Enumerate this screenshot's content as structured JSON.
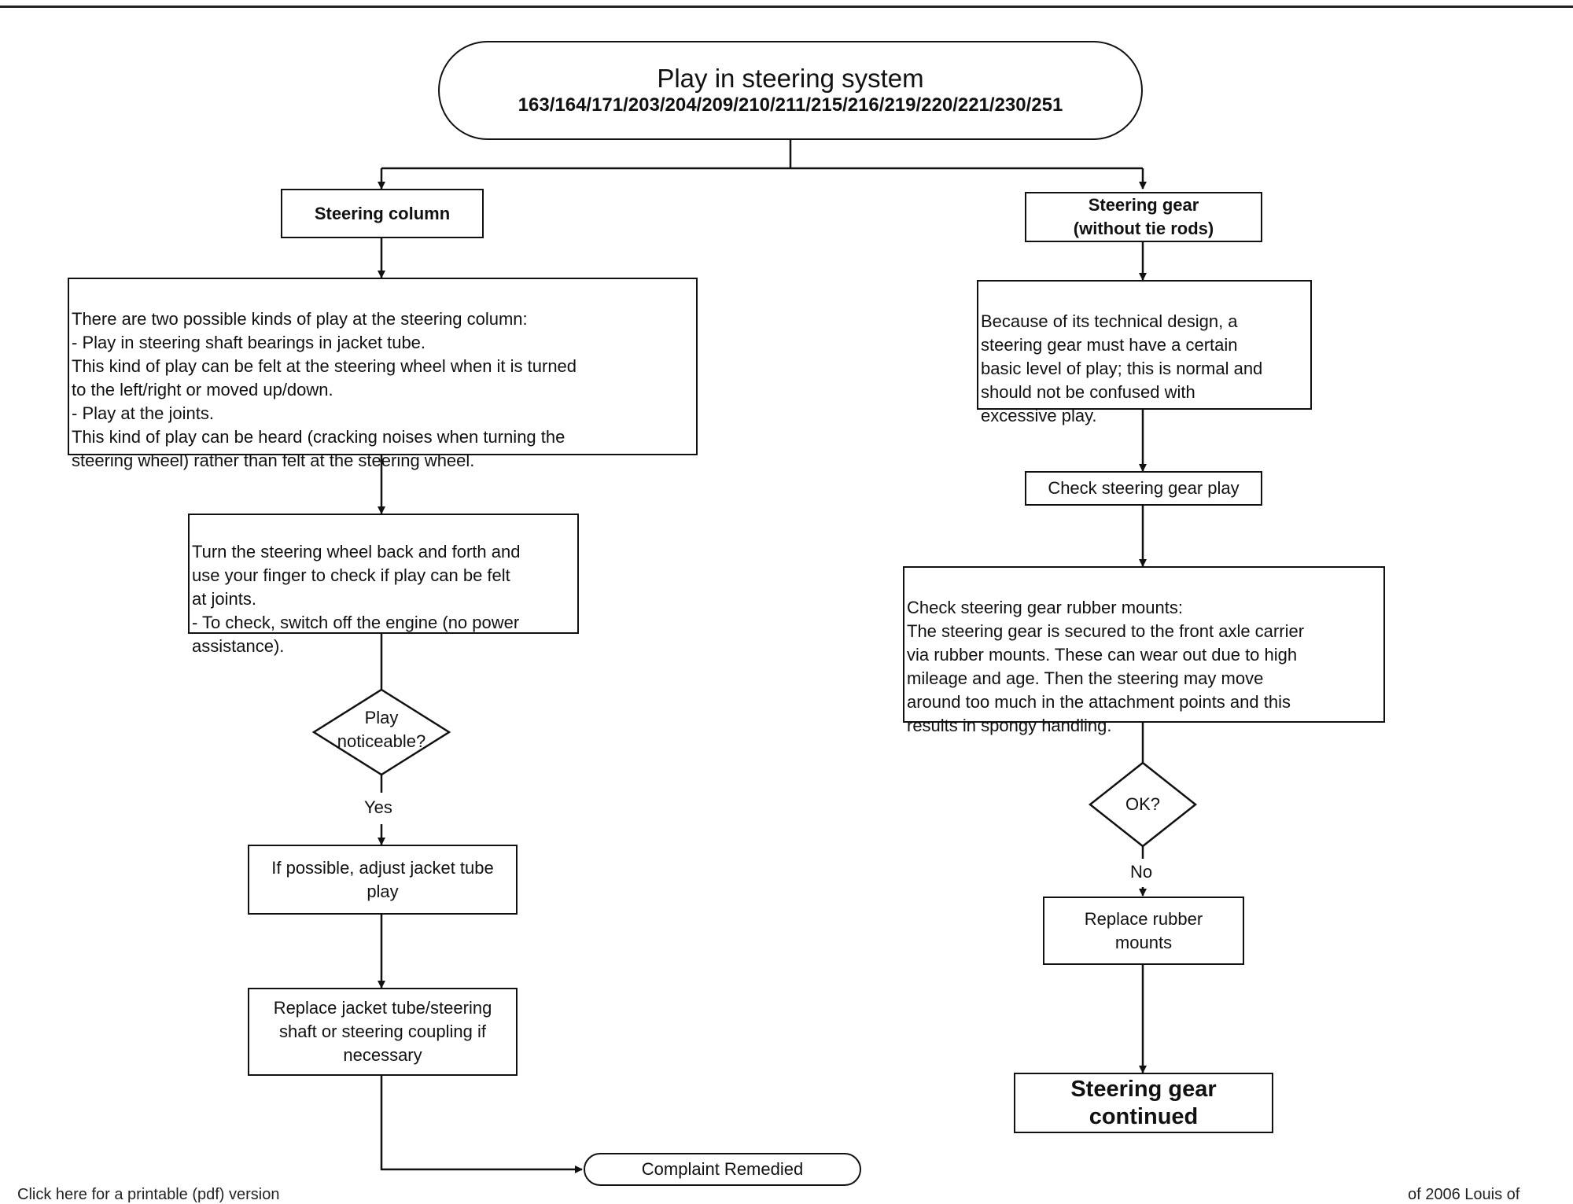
{
  "title": "Play in steering system",
  "subtitle": "163/164/171/203/204/209/210/211/215/216/219/220/221/230/251",
  "left": {
    "steering_column": "Steering column",
    "kinds_of_play": "There are two possible kinds of play at the steering column:\n-   Play in steering shaft bearings in jacket tube.\n     This kind of play can be felt at the steering wheel when it is turned\n     to the left/right or moved up/down.\n-   Play at the joints.\n     This kind of play can be heard (cracking noises when turning the\n     steering wheel) rather than felt at the steering wheel.",
    "check_joints": "Turn the steering wheel back and forth and\nuse your finger to check if play can be felt\nat joints.\n- To check, switch off the engine (no power\nassistance).",
    "decision": "Play\nnoticeable?",
    "yes_label": "Yes",
    "adjust": "If possible, adjust jacket tube\nplay",
    "replace": "Replace jacket tube/steering\nshaft or steering coupling if\nnecessary",
    "remedied": "Complaint Remedied"
  },
  "right": {
    "steering_gear": "Steering gear\n(without tie rods)",
    "basic_play": "Because of its technical design, a\nsteering gear must have a certain\nbasic level of play; this is normal and\nshould not be confused with\nexcessive play.",
    "check_gear_play": "Check steering gear play",
    "rubber_mounts": "Check steering gear rubber mounts:\nThe steering gear is secured to the front axle carrier\nvia rubber mounts. These can wear out due to high\nmileage and age. Then the steering may move\naround too much in the attachment points and this\nresults in spongy handling.",
    "decision": "OK?",
    "no_label": "No",
    "replace_mounts": "Replace rubber\nmounts",
    "continued": "Steering gear\ncontinued"
  },
  "footer": {
    "left": "Click here for a printable (pdf) version",
    "right": "of 2006 Louis of"
  }
}
